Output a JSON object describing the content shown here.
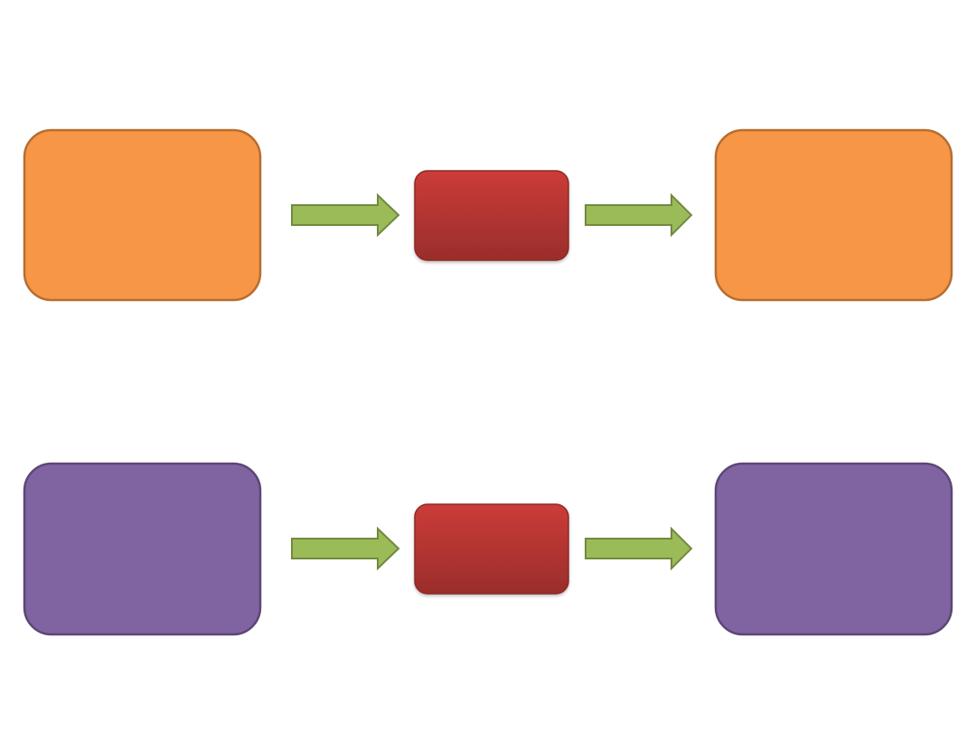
{
  "colors": {
    "background": "#ffffff",
    "orange_fill": "#f79646",
    "orange_stroke": "#b66d31",
    "purple_fill": "#8064a2",
    "purple_stroke": "#5c4776",
    "red_top": "#cb3c38",
    "red_bottom": "#9a2d2b",
    "red_stroke": "#8c2a28",
    "arrow_fill": "#9bbb59",
    "arrow_stroke": "#71893f"
  },
  "rows": [
    {
      "name": "top-row",
      "box_color": "orange",
      "boxes": [
        {
          "name": "input-box-orange",
          "label": ""
        },
        {
          "name": "process-box-red-top",
          "label": ""
        },
        {
          "name": "output-box-orange",
          "label": ""
        }
      ]
    },
    {
      "name": "bottom-row",
      "box_color": "purple",
      "boxes": [
        {
          "name": "input-box-purple",
          "label": ""
        },
        {
          "name": "process-box-red-bottom",
          "label": ""
        },
        {
          "name": "output-box-purple",
          "label": ""
        }
      ]
    }
  ]
}
